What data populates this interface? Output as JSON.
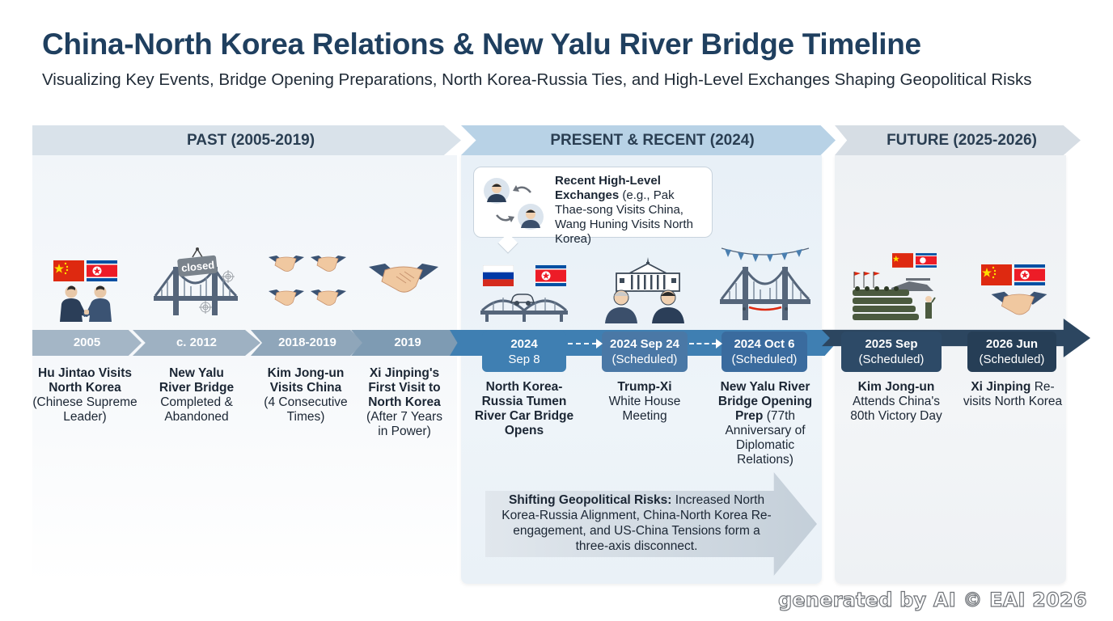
{
  "title": "China-North Korea Relations & New Yalu River Bridge Timeline",
  "subtitle": "Visualizing Key Events, Bridge Opening Preparations, North Korea-Russia Ties, and High-Level Exchanges Shaping Geopolitical Risks",
  "eras": {
    "past": "PAST (2005-2019)",
    "present": "PRESENT & RECENT (2024)",
    "future": "FUTURE (2025-2026)"
  },
  "events": {
    "e2005": {
      "date": "2005",
      "title": "Hu Jintao Visits North Korea",
      "detail": "(Chinese Supreme Leader)"
    },
    "e2012": {
      "date": "c. 2012",
      "title": "New Yalu River Bridge",
      "detail": "Completed & Abandoned",
      "sign": "closed"
    },
    "e2018": {
      "date": "2018-2019",
      "title": "Kim Jong-un Visits China",
      "detail": "(4 Consecutive Times)"
    },
    "e2019": {
      "date": "2019",
      "title": "Xi Jinping's First Visit to North Korea",
      "detail": "(After 7 Years in Power)"
    },
    "e2024": {
      "date": "2024",
      "sub": "Sep 8",
      "title": "North Korea-Russia Tumen River Car Bridge Opens"
    },
    "e2024s": {
      "date": "2024 Sep 24",
      "sub": "(Scheduled)",
      "title": "Trump-Xi",
      "detail": "White House Meeting"
    },
    "e2024o": {
      "date": "2024 Oct 6",
      "sub": "(Scheduled)",
      "title": "New Yalu River Bridge Opening Prep",
      "detail": "(77th Anniversary of Diplomatic Relations)"
    },
    "e2025": {
      "date": "2025 Sep",
      "sub": "(Scheduled)",
      "title": "Kim Jong-un",
      "detail": "Attends China's 80th Victory Day"
    },
    "e2026": {
      "date": "2026 Jun",
      "sub": "(Scheduled)",
      "title": "Xi Jinping",
      "detail": "Re-visits North Korea"
    }
  },
  "bubble": {
    "title": "Recent High-Level Exchanges",
    "detail": "(e.g., Pak Thae-song Visits China, Wang Huning Visits North Korea)"
  },
  "risk": {
    "title": "Shifting Geopolitical Risks:",
    "detail": "Increased North Korea-Russia Alignment, China-North Korea Re-engagement, and US-China Tensions form a three-axis disconnect."
  },
  "watermark": "generated by AI © EAI 2026",
  "icons": [
    "china-flag-icon",
    "north-korea-flag-icon",
    "russia-flag-icon",
    "handshake-icon",
    "bridge-icon",
    "closed-sign-icon",
    "white-house-icon",
    "leaders-icon",
    "car-icon",
    "military-parade-icon",
    "bunting-icon",
    "swap-arrows-icon"
  ],
  "colors": {
    "title": "#1f3f5f",
    "past_axis": "#a4b6c6",
    "present_axis": "#3d7fb4",
    "future_axis": "#2c4660",
    "china_red": "#de2910",
    "nk_blue": "#024fa2"
  }
}
